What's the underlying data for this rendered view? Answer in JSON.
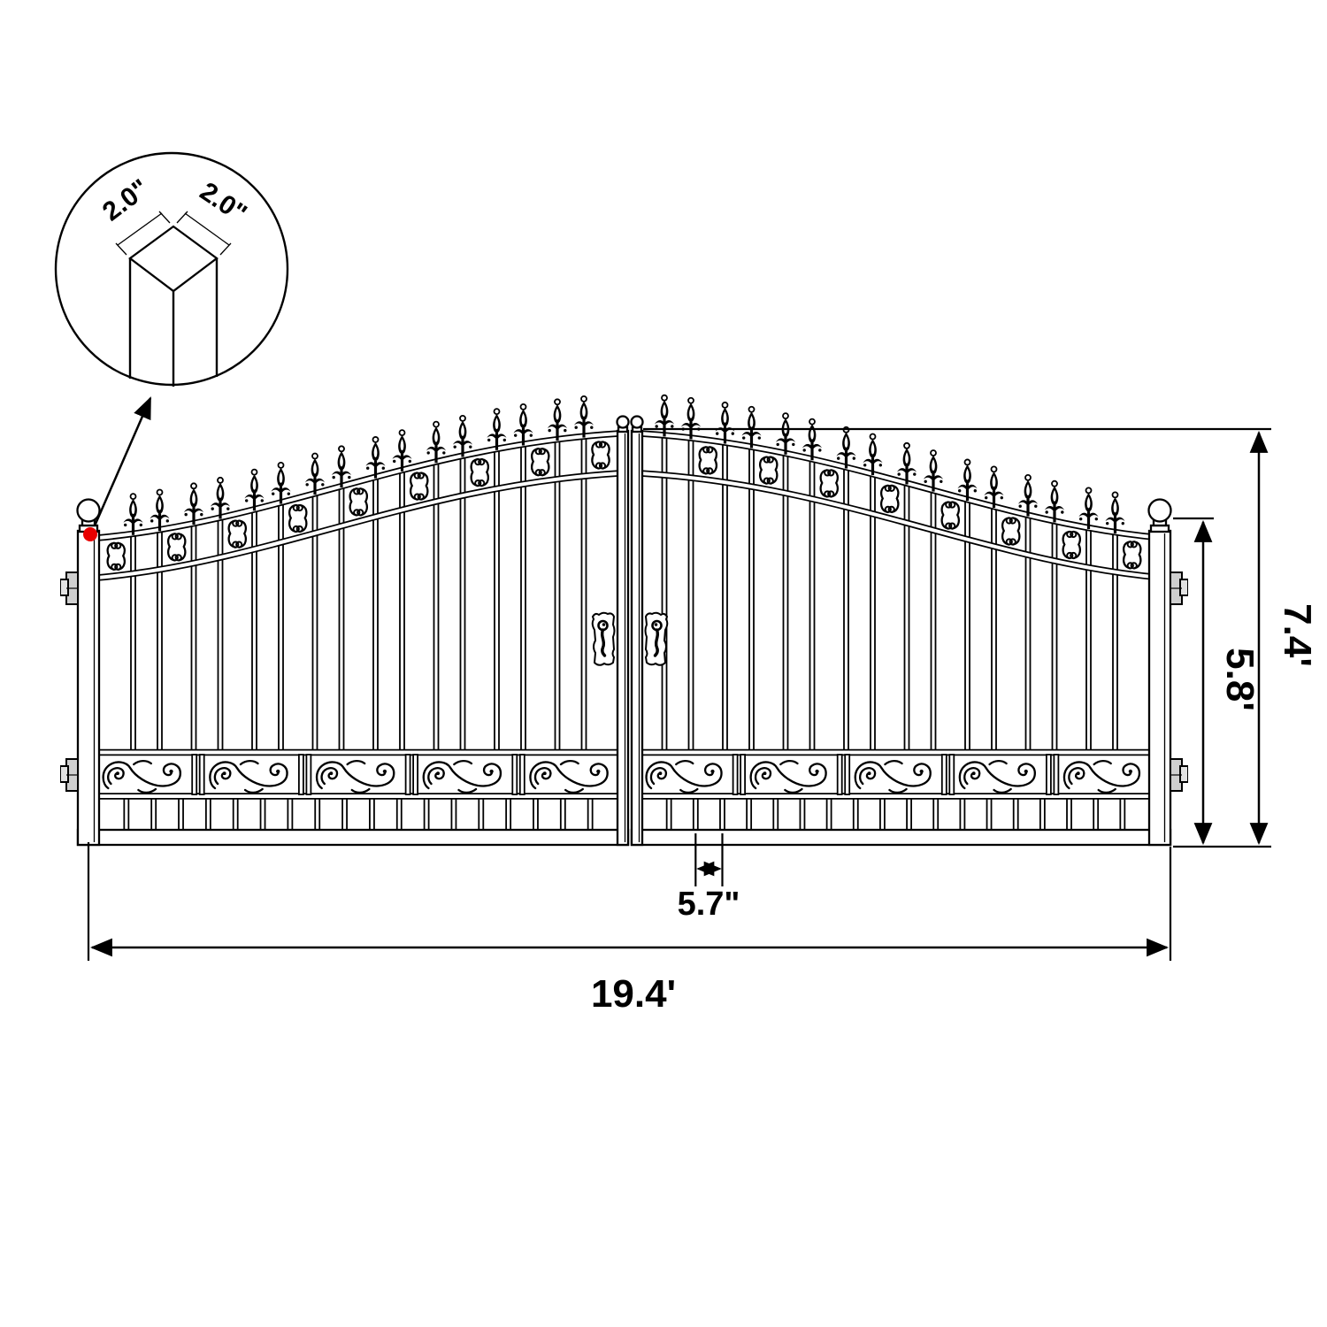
{
  "detail_callout": {
    "width_label": "2.0\"",
    "depth_label": "2.0\""
  },
  "dimensions": {
    "overall_height": "7.4'",
    "gate_leaf_height": "5.8'",
    "total_width": "19.4'",
    "picket_spacing": "5.7\""
  },
  "colors": {
    "line": "#000000",
    "background": "#ffffff",
    "attachment_marker": "#e80000"
  }
}
